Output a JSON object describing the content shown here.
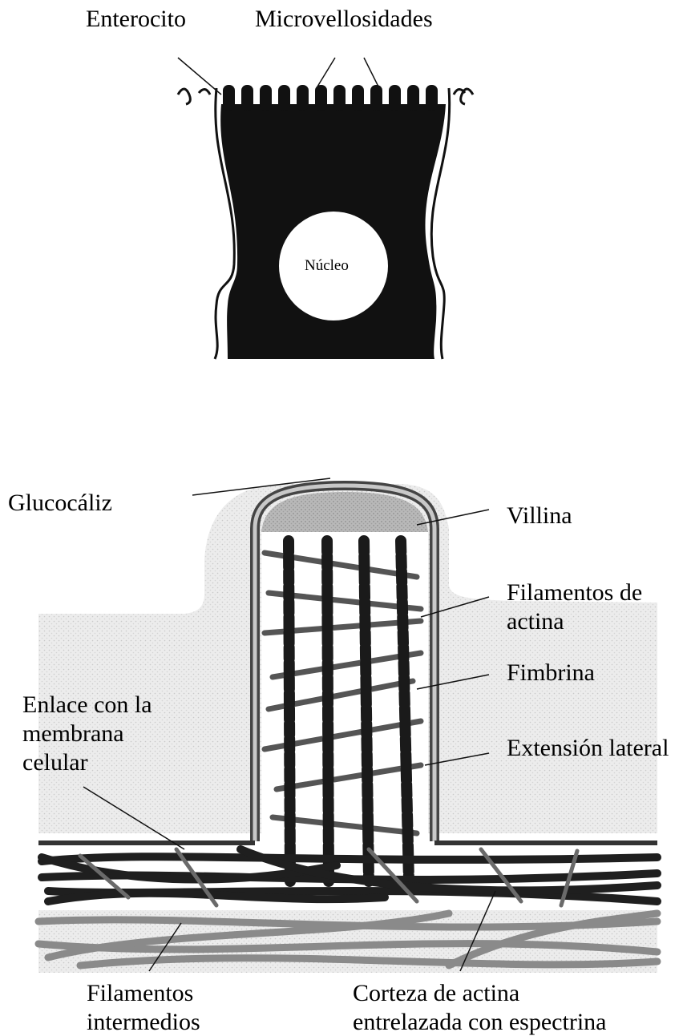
{
  "cell": {
    "labels": {
      "enterocyte": "Enterocito",
      "microvilli": "Microvellosidades",
      "nucleus": "Núcleo"
    }
  },
  "microvillus": {
    "labels": {
      "glycocalyx": "Glucocáliz",
      "villin": "Villina",
      "actin_filaments_l1": "Filamentos de",
      "actin_filaments_l2": "actina",
      "fimbrin": "Fimbrina",
      "lateral_extension": "Extensión lateral",
      "membrane_link_l1": "Enlace con la",
      "membrane_link_l2": "membrana",
      "membrane_link_l3": "celular",
      "intermediate_filaments_l1": "Filamentos",
      "intermediate_filaments_l2": "intermedios",
      "actin_cortex_l1": "Corteza de actina",
      "actin_cortex_l2": "entrelazada con espectrina"
    }
  },
  "colors": {
    "cell_body": "#111111",
    "nucleus": "#ffffff",
    "membrane_grey": "#bdbdbd",
    "cap_grey": "#9a9a9a",
    "filament_dark": "#1a1a1a"
  }
}
